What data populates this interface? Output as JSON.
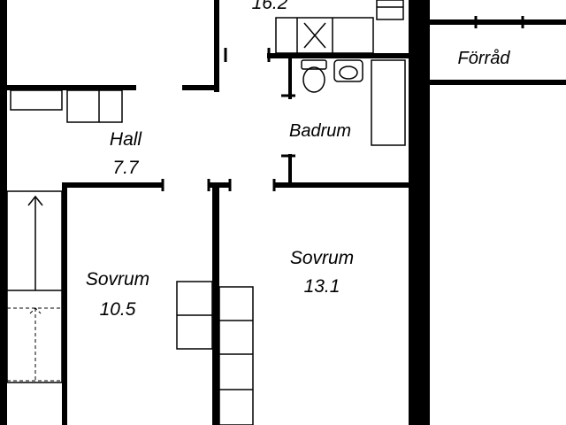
{
  "plan": {
    "rooms": [
      {
        "id": "top-room",
        "area": "16.2"
      },
      {
        "id": "forrad",
        "name": "Förråd"
      },
      {
        "id": "badrum",
        "name": "Badrum"
      },
      {
        "id": "hall",
        "name": "Hall",
        "area": "7.7"
      },
      {
        "id": "sovrum-right",
        "name": "Sovrum",
        "area": "13.1"
      },
      {
        "id": "sovrum-left",
        "name": "Sovrum",
        "area": "10.5"
      }
    ]
  }
}
